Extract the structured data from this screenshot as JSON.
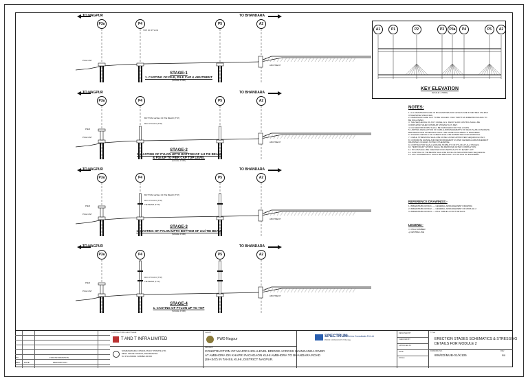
{
  "directions": {
    "left": "TO NAGPUR",
    "right": "TO BHANDARA"
  },
  "piers": [
    "P3a",
    "P4",
    "P5",
    "A2"
  ],
  "stages": [
    {
      "id": "stage-1",
      "title": "STAGE-1",
      "desc1": "1. CASTING OF PILE, PILE CAP & ABUTMENT",
      "desc2": "",
      "scale": "(SCALE:-1:500)",
      "labels": {
        "pilecap": "PILE CAP",
        "abutment": "ABUTMENT",
        "top_of_pylon": "TOP OF PYLON"
      }
    },
    {
      "id": "stage-2",
      "title": "STAGE-2",
      "desc1": "1. CASTING OF PYLON UPTO BOTTOM OF 1st TIE BEAM",
      "desc2": "& P3a UP TO PIER CAP TOP LEVEL",
      "scale": "(SCALE:-1:500)",
      "labels": {
        "pilecap": "PILE CAP",
        "pier": "PIER",
        "tie_beam": "BOTTOM LEVEL OF TIE BEAM (TYP)",
        "pylon": "RCC PYLON (TYP)",
        "abutment": "ABUTMENT"
      }
    },
    {
      "id": "stage-3",
      "title": "STAGE-3",
      "desc1": "1. CASTING OF PYLON UPTO BOTTOM OF 2nd TIE BEAM",
      "desc2": "",
      "scale": "(SCALE:-1:500)",
      "labels": {
        "pilecap": "PILE CAP",
        "pier": "PIER",
        "tie_beam": "BOTTOM LEVEL OF TIE BEAM (TYP)",
        "pylon": "RCC PYLON (TYP)",
        "tie": "TIE BEAM (TYP)",
        "abutment": "ABUTMENT"
      }
    },
    {
      "id": "stage-4",
      "title": "STAGE-4",
      "desc1": "1. CASTING OF PYLON UP TO TOP",
      "desc2": "",
      "scale": "(SCALE:-1:500)",
      "labels": {
        "pilecap": "PILE CAP",
        "pier": "PIER",
        "pylon": "RCC PYLON (TYP)",
        "tie": "TIE BEAM (TYP)",
        "abutment": "ABUTMENT"
      }
    }
  ],
  "key_elevation": {
    "title": "KEY ELEVATION",
    "scale": "(SCALE:-1:5000)",
    "bubbles": [
      "A1",
      "P1",
      "P2",
      "P3",
      "P3a",
      "P4",
      "P5",
      "A2"
    ]
  },
  "notes": {
    "title": "NOTES:",
    "lines": [
      "1. ALL DIMENSIONS ARE IN MILLIMETRES AND LEVELS ARE IN METRES UNLESS",
      "   OTHERWISE SPECIFIED.",
      "2. DIMENSIONS ARE NOT TO BE SCALED. ONLY WRITTEN DIMENSIONS ARE TO",
      "   BE FOLLOWED.",
      "3. THE SEQUENCE OF ANY CABLE, E.G. DECK SLAB CASTING SHALL BE",
      "   COMPLETED WHEN MINIMUM STRENGTH IS MET.",
      "4. FALSEWORK/FORM SHALL BE DESIGNED FOR THE LOADS.",
      "5. LIMITING DEFLECTION OF CABLE ARRANGEMENTS OF DECK SLAB CONCRETE",
      "   BEFORE/AFTER STRESSING SHALL BE MADE AVAILABLE TO ENGINEER.",
      "6. STAGING DETAILS OF CABLES SHALL BE SUBMITTED FOR APPROVAL.",
      "7. CABLE STRESSING SHALL BE DONE AS PER APPROVED SEQUENCE ONLY.",
      "8. CONCRETE GRADE AND REINFORCEMENT AS PER GENERAL ARRANGEMENT",
      "   DRAWINGS UNLESS NOTED OTHERWISE.",
      "9. CONTRACTOR SHALL ENSURE STABILITY OF PYLON AT ALL STAGES.",
      "10. TEMPORARY WORKS SHALL BE REMOVED AFTER COMPLETION.",
      "11. PYLON SHALL BE CHECKED FOR VERTICALITY AT EVERY LIFT.",
      "12. CASTING OF TIE BEAMS SHALL BE DONE AS PER APPROVED SEQUENCE.",
      "13. ANY DISCREPANCY SHALL BE BROUGHT TO NOTICE OF ENGINEER."
    ]
  },
  "references": {
    "title": "REFERENCE DRAWINGS:-",
    "lines": [
      "1. 806/ED/MUB-01/X/101 ---- GENERAL ARRANGEMENT DRAWING",
      "2. 806/ED/MUB-01/X/102 ---- GENERAL ARRANGEMENT OF MODULE 2",
      "3. 806/ED/MUB-01/X/104 ---- PILE CABLE LAYOUT DETAILS"
    ]
  },
  "legend": {
    "title": "LEGEND:-",
    "lines": [
      "==    PILE NUMBER",
      "┼     CENTRE LINE"
    ]
  },
  "title_block": {
    "contractor_label": "CONTRACTOR/CLIENT NAME",
    "contractor": "T AND T INFRA LIMITED",
    "client_label": "CLIENT",
    "client": "PWD Nagpur",
    "consultant": "SPECTRUM",
    "consultant_full": "Techno Consultants Pvt Ltd",
    "consultant_note": "PROOF CONSULTANT: IIT Bombay",
    "design_consultant": "SOMESHWARA CONSULTANCY PRIVATE LTD.",
    "address1": "REGD. OFFICE: NAGPUR, MAHARASHTRA",
    "address2": "Tel: 0712 2600001 / MUMBAI 400 000",
    "project_label": "PROJECT",
    "project1": "CONSTRUCTION OF MAJOR HIGH-LEVEL BRIDGE ACROSS WAINGANGA RIVER",
    "project2": "AT AMBHORA ON KHAPRI PACHGAON KUHI AMBHORA TO BHANDARA ROAD",
    "project3": "(SH-347) IN TAHSIL KUHI, DISTRICT NAGPUR.",
    "designed_by": "DESIGNED BY",
    "checked_by": "CHECKED BY",
    "approved_by": "APPROVED BY",
    "date": "DATE",
    "scale": "SCALE",
    "title_label": "TITLE",
    "drawing_title1": "ERECTION STAGES SCHEMATICS & STRESSING",
    "drawing_title2": "DETAILS FOR MODULE 2",
    "drawing_no_label": "DRAWING NO.",
    "drawing_no": "806/ED/MUB-01/X/105",
    "rev_label": "REV.",
    "rev": "R0",
    "rev_rows": [
      {
        "rev": "R0",
        "date": "",
        "desc": "FOR INFORMATION"
      },
      {
        "rev": "REV.",
        "date": "DATE",
        "desc": "DESCRIPTION"
      }
    ]
  }
}
